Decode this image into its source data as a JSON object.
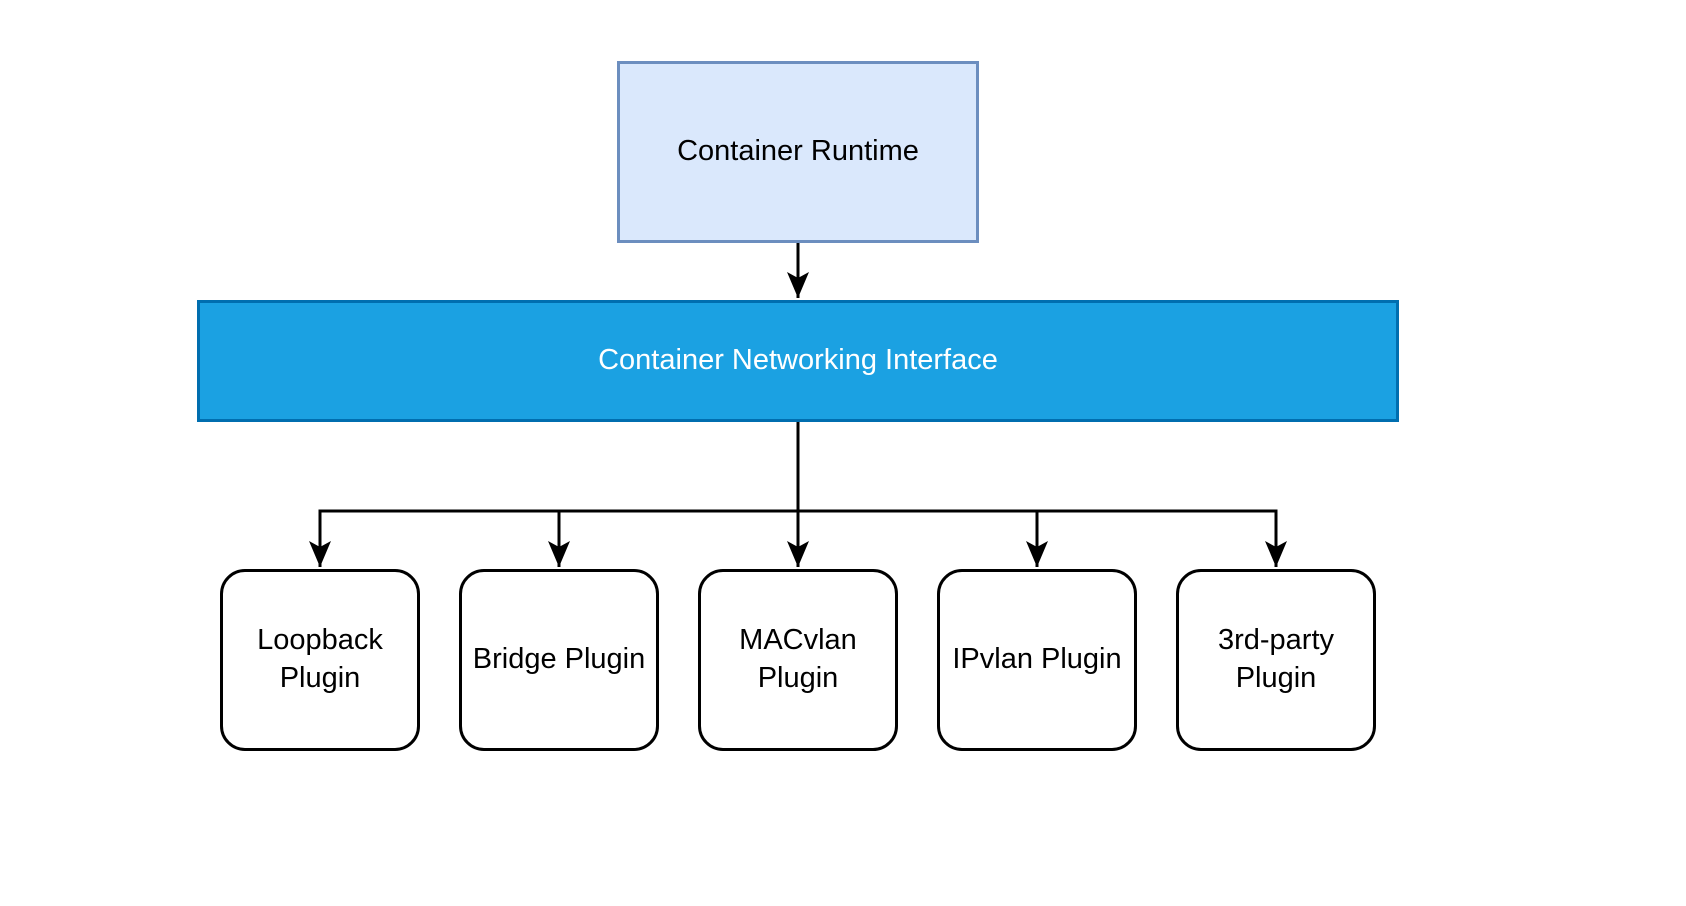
{
  "diagram": {
    "background_color": "#ffffff",
    "connector_color": "#000000",
    "runtime_box": {
      "label": "Container Runtime",
      "fill_color": "#dae8fc",
      "border_color": "#6c8ebf",
      "text_color": "#000000"
    },
    "cni_box": {
      "label": "Container Networking Interface",
      "fill_color": "#1ba1e2",
      "border_color": "#006eaf",
      "text_color": "#ffffff"
    },
    "plugin_box_style": {
      "fill_color": "#ffffff",
      "border_color": "#000000",
      "text_color": "#000000"
    },
    "plugins": [
      {
        "label": "Loopback Plugin"
      },
      {
        "label": "Bridge Plugin"
      },
      {
        "label": "MACvlan Plugin"
      },
      {
        "label": "IPvlan Plugin"
      },
      {
        "label": "3rd-party Plugin"
      }
    ]
  }
}
